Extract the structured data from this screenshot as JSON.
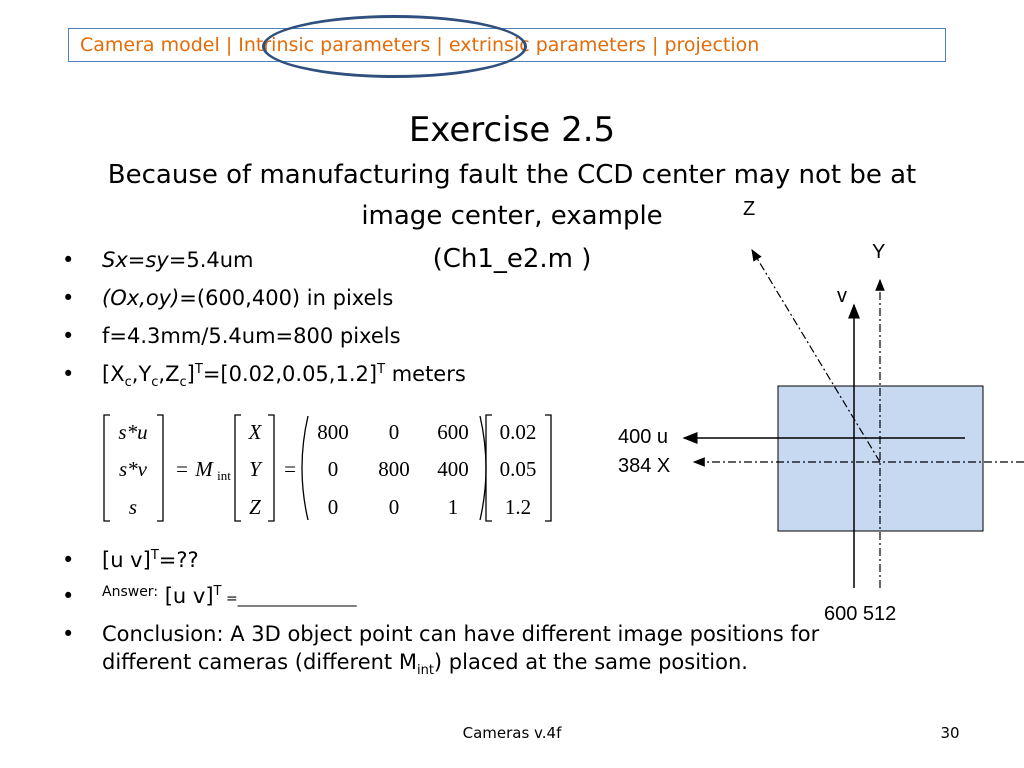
{
  "nav": {
    "camera_model": "Camera model",
    "sep1": "|",
    "intrinsic": "Intrinsic parameters",
    "sep2": "|",
    "extrinsic": "extrinsic parameters",
    "sep3": "|",
    "projection": "projection"
  },
  "title": "Exercise 2.5",
  "subtitle": {
    "line1": "Because of manufacturing fault the CCD center may not  be at",
    "line2": "image center, example",
    "line3": "(Ch1_e2.m )"
  },
  "bullets": {
    "b1": {
      "key": "Sx=sy",
      "rest": "=5.4um"
    },
    "b2": {
      "key": "(Ox,oy)",
      "rest": "=(600,400) in pixels"
    },
    "b3": {
      "text": "f=4.3mm/5.4um=800 pixels"
    },
    "b4": {
      "X": "X",
      "c": "c",
      "Y": "Y",
      "Z": "Z",
      "T": "T",
      "rest": "=[0.02,0.05,1.2]",
      "meters": " meters",
      "comma": ",",
      "open": "[",
      "close": "]"
    }
  },
  "matrix": {
    "lhs": [
      "s*u",
      "s*v",
      "s"
    ],
    "M": "M",
    "M_sub": "int",
    "xyz": [
      "X",
      "Y",
      "Z"
    ],
    "eq": "=",
    "m": [
      [
        "800",
        "0",
        "600"
      ],
      [
        "0",
        "800",
        "400"
      ],
      [
        "0",
        "0",
        "1"
      ]
    ],
    "vec": [
      "0.02",
      "0.05",
      "1.2"
    ]
  },
  "bullets2": {
    "q": {
      "pre": "[u v]",
      "sup": "T",
      "post": "=??"
    },
    "answer": {
      "label": "Answer:",
      "pre": "[u v]",
      "sup": "T",
      "post": " =_________________"
    },
    "conclusion": {
      "line1": "Conclusion: A 3D object point can have different image positions for",
      "line2_pre": "different cameras (different M",
      "line2_sub": "int",
      "line2_post": ") placed at the same position."
    }
  },
  "diagram": {
    "Z": "Z",
    "Y": "Y",
    "v": "v",
    "u_label": "400 u",
    "x_label": "384 X",
    "bottom_label": "600  512",
    "box_color": "#c6d9f1"
  },
  "footer": "Cameras v.4f",
  "page_number": "30"
}
